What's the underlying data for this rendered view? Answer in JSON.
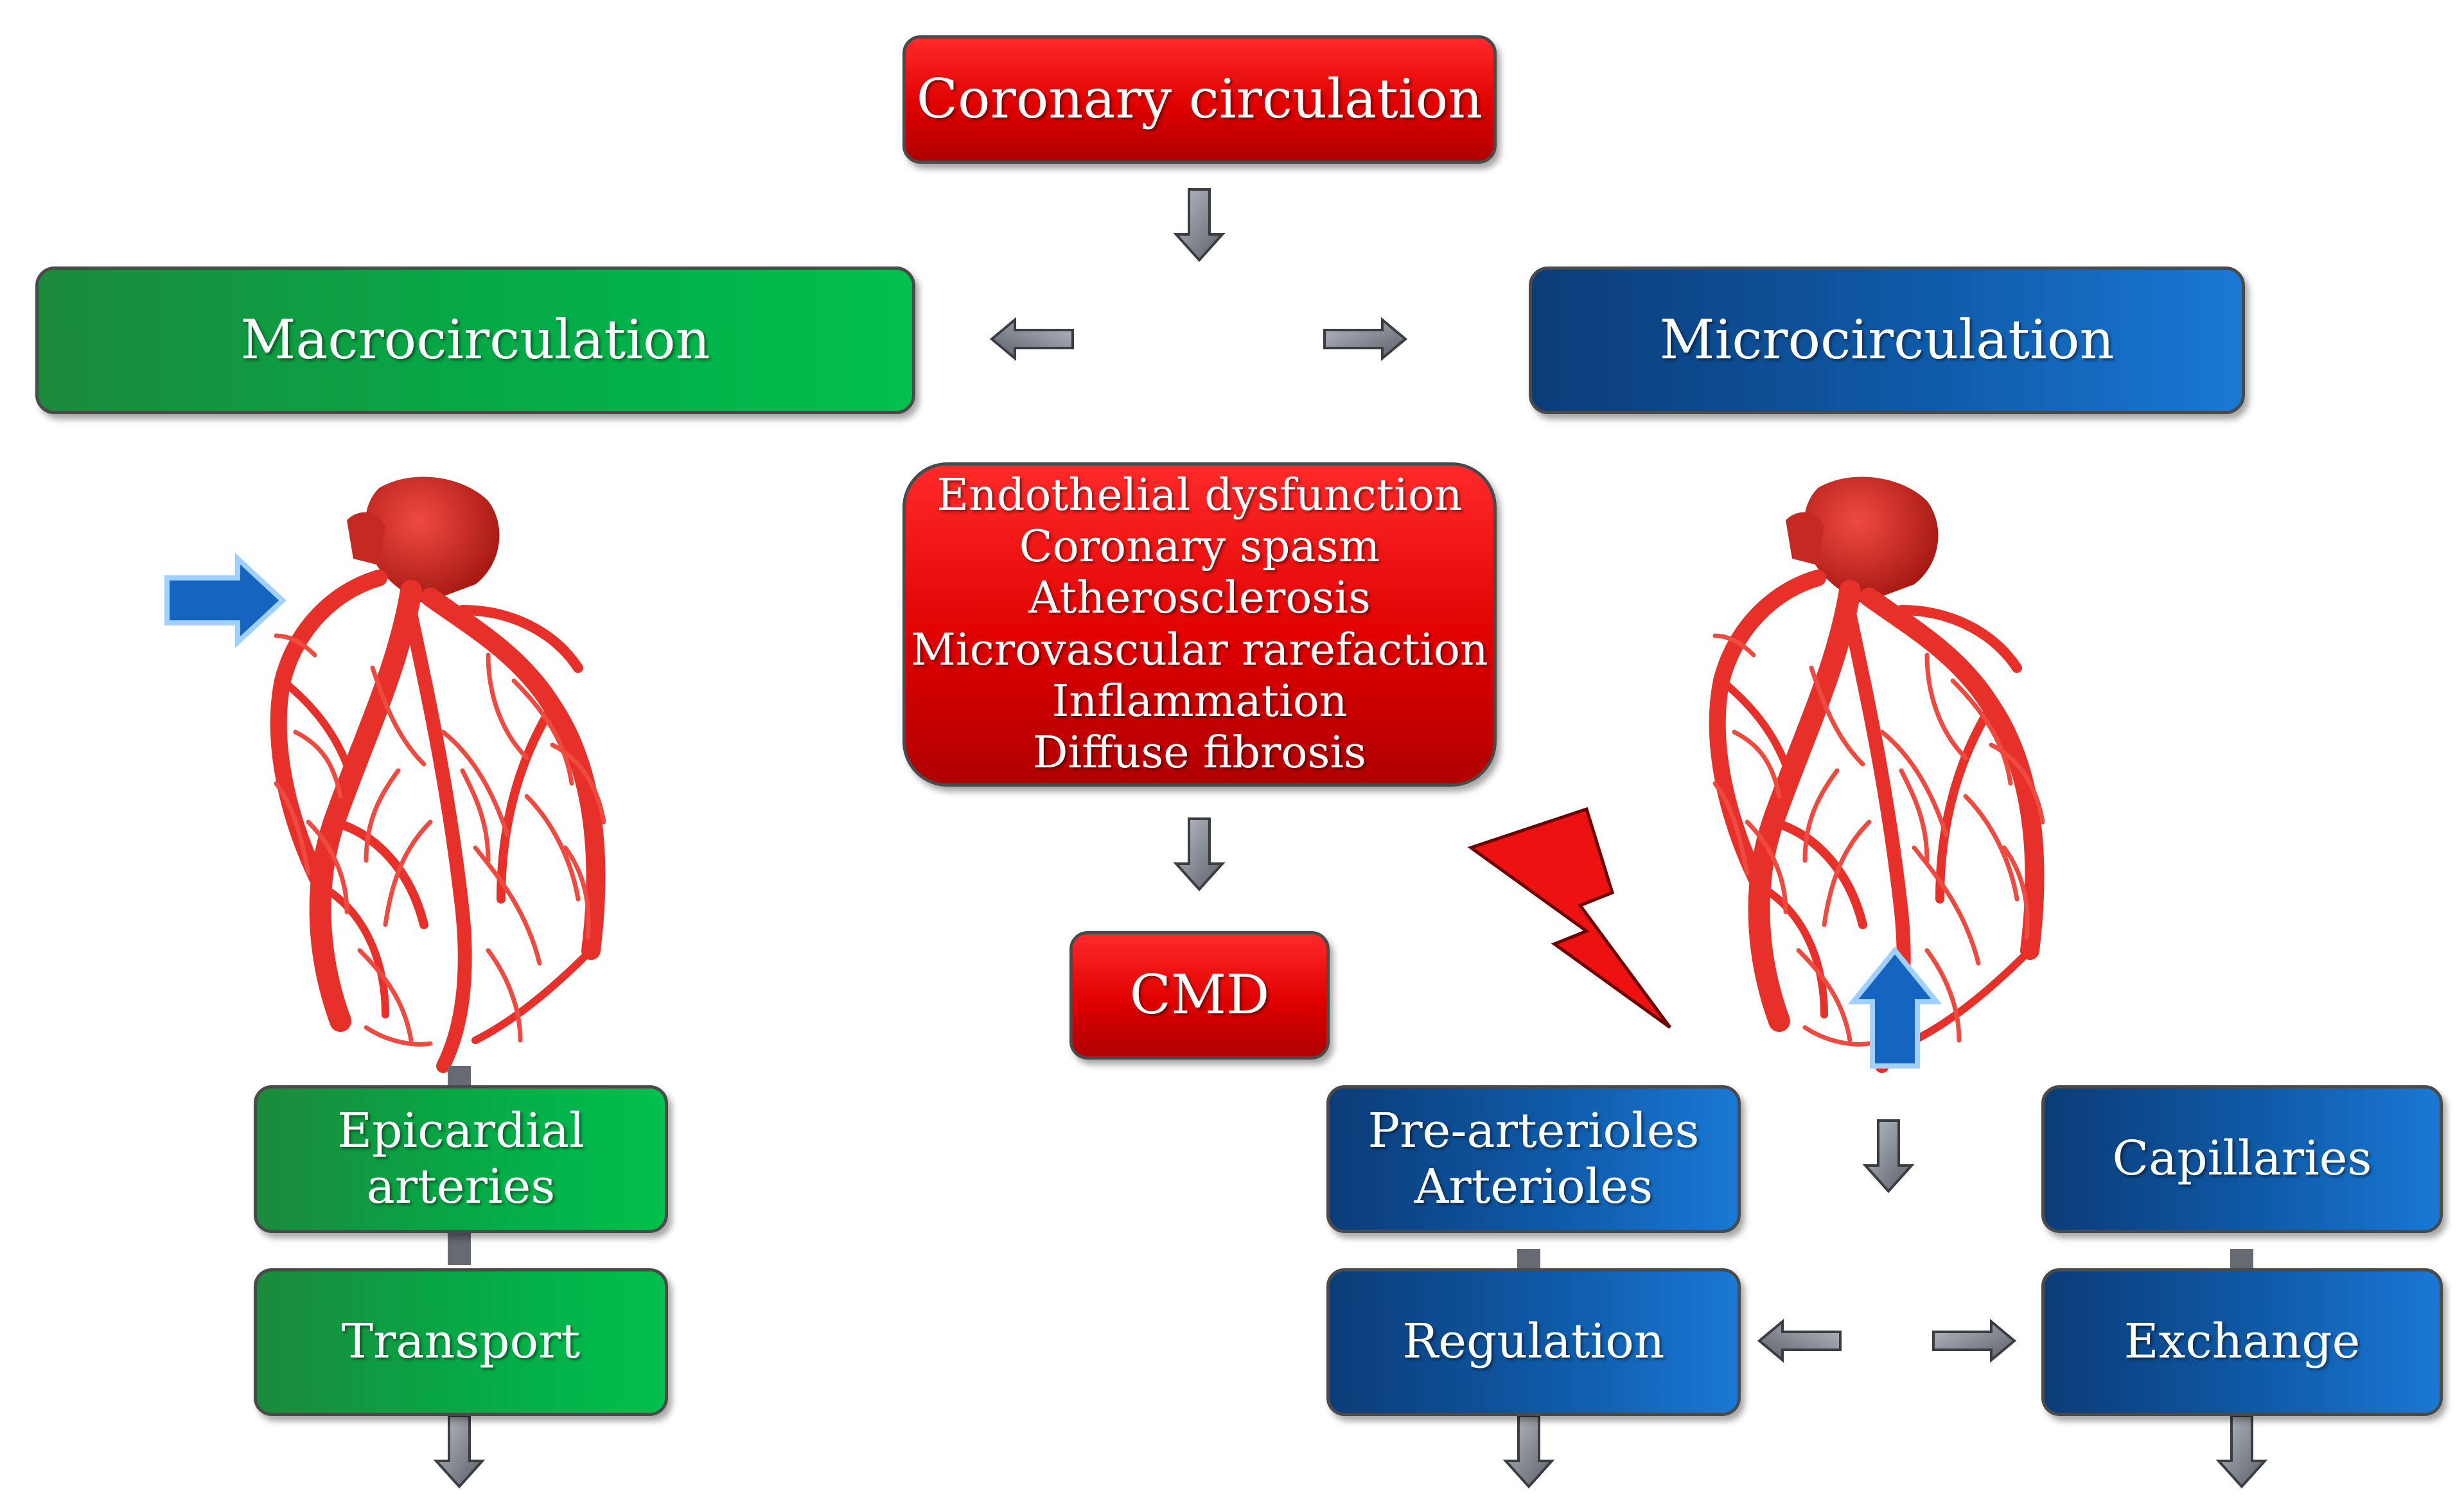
{
  "nodes": {
    "coronary": "Coronary circulation",
    "macro": "Macrocirculation",
    "micro": "Microcirculation",
    "mechanisms": [
      "Endothelial dysfunction",
      "Coronary spasm",
      "Atherosclerosis",
      "Microvascular rarefaction",
      "Inflammation",
      "Diffuse fibrosis"
    ],
    "cmd": "CMD",
    "epicardial": [
      "Epicardial",
      "arteries"
    ],
    "transport": "Transport",
    "prearterioles": [
      "Pre-arterioles",
      "Arterioles"
    ],
    "regulation": "Regulation",
    "capillaries": "Capillaries",
    "exchange": "Exchange"
  },
  "colors": {
    "red": "#e00000",
    "green": "#06a846",
    "blue": "#0f5aa8",
    "arrow_gray": "#7b7f87",
    "heart_vessel": "#e8302a",
    "pointer_blue": "#1565c0"
  },
  "icons": [
    "heart-coronary-icon",
    "lightning-bolt-icon",
    "blue-pointer-arrow-icon"
  ]
}
